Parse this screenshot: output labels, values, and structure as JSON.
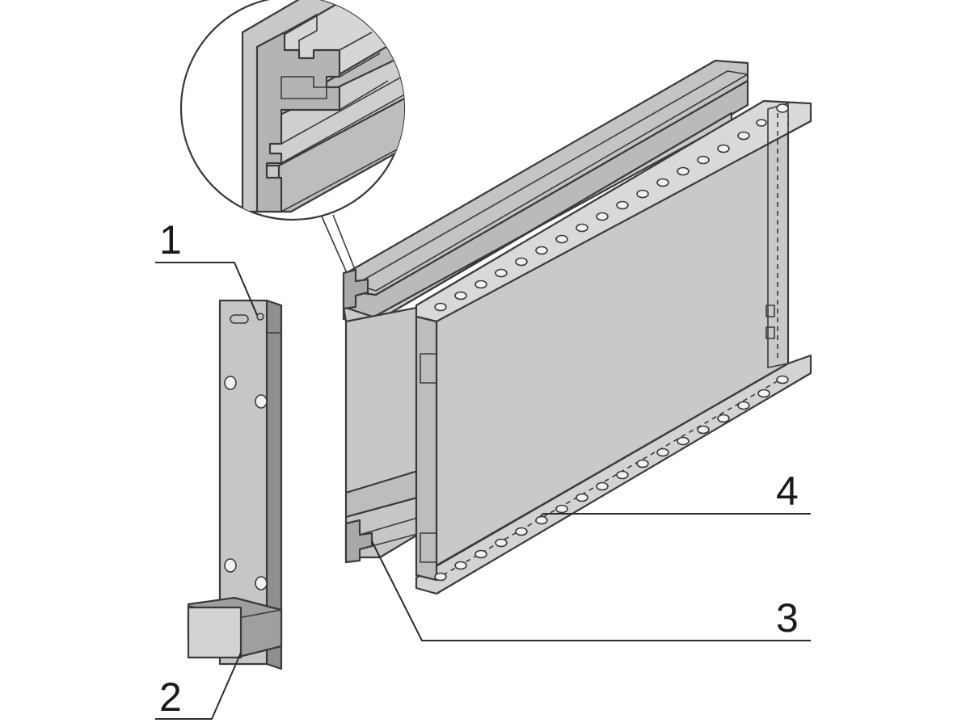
{
  "colors": {
    "background": "#ffffff",
    "light_gray": "#cfcfcf",
    "mid_gray": "#b9b9b9",
    "dark_gray": "#9e9e9e",
    "outline": "#3a3a3a"
  },
  "callouts": [
    {
      "id": "1",
      "label": "1"
    },
    {
      "id": "2",
      "label": "2"
    },
    {
      "id": "3",
      "label": "3"
    },
    {
      "id": "4",
      "label": "4"
    }
  ]
}
